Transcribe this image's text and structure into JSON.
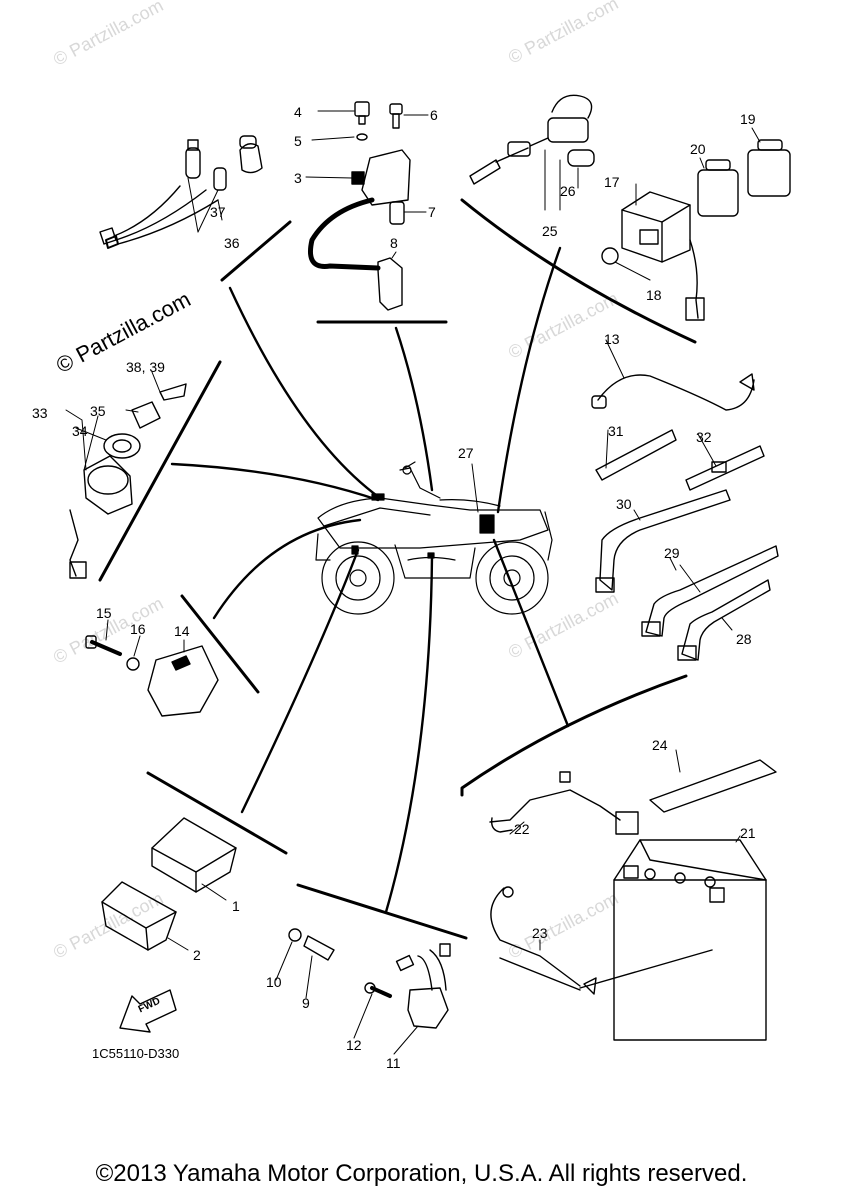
{
  "watermark": {
    "text": "© Partzilla.com",
    "main_text": "© Partzilla.com"
  },
  "callouts": [
    "1",
    "2",
    "3",
    "4",
    "5",
    "6",
    "7",
    "8",
    "9",
    "10",
    "11",
    "12",
    "13",
    "14",
    "15",
    "16",
    "17",
    "18",
    "19",
    "20",
    "21",
    "22",
    "23",
    "24",
    "25",
    "26",
    "27",
    "28",
    "29",
    "30",
    "31",
    "32",
    "33",
    "34",
    "35",
    "36",
    "37",
    "38, 39"
  ],
  "drawing_code": "1C55110-D330",
  "fwd_label": "FWD",
  "copyright": "©2013 Yamaha Motor Corporation, U.S.A. All rights reserved.",
  "colors": {
    "line": "#000000",
    "watermark": "#d8d8d8"
  }
}
